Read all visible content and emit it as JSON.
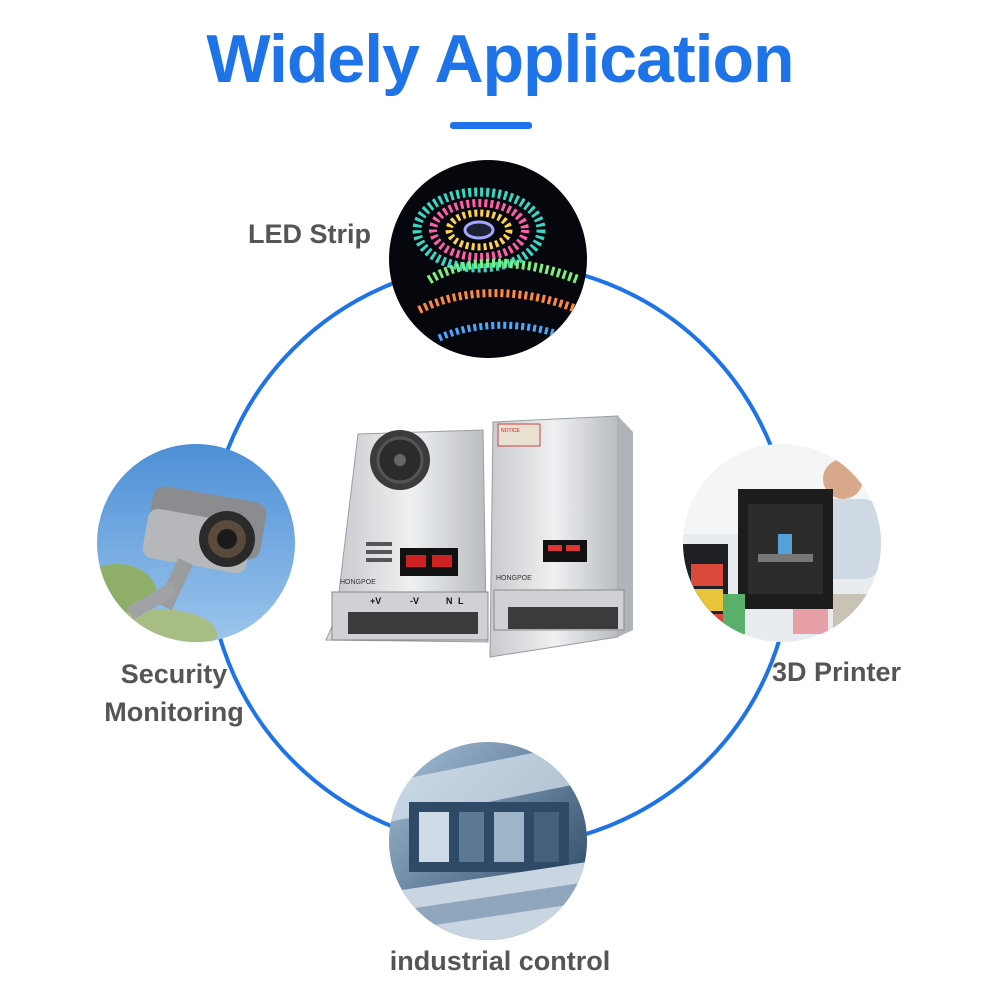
{
  "header": {
    "title": "Widely Application"
  },
  "applications": {
    "led_strip": "LED Strip",
    "security_line1": "Security",
    "security_line2": "Monitoring",
    "printer_3d": "3D Printer",
    "industrial": "industrial control"
  },
  "product": {
    "brand_left": "HONGPOE",
    "brand_right": "HONGPOE",
    "terminal_plus_v": "+V",
    "terminal_minus_v": "-V",
    "terminal_n": "N",
    "terminal_l": "L",
    "notice_label": "NOTICE"
  },
  "colors": {
    "accent": "#1e73e8",
    "label_text": "#555555"
  }
}
